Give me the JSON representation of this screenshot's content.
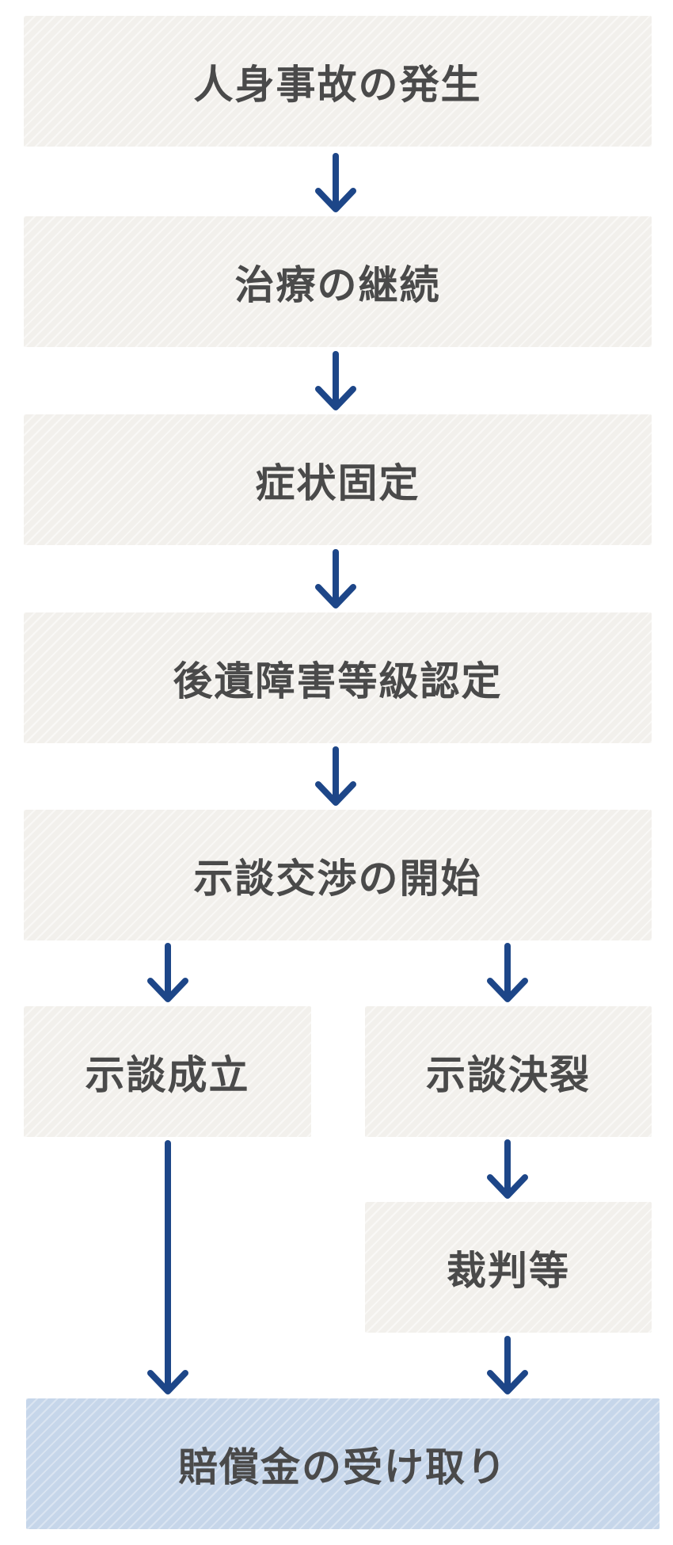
{
  "steps": {
    "accident": "人身事故の発生",
    "treatment": "治療の継続",
    "symptom_fixed": "症状固定",
    "disability_grade": "後遺障害等級認定",
    "negotiation_start": "示談交渉の開始",
    "settlement_reached": "示談成立",
    "negotiation_failed": "示談決裂",
    "trial": "裁判等",
    "compensation": "賠償金の受け取り"
  },
  "colors": {
    "arrow": "#1d4688",
    "box_bg": "#f2f0ec",
    "final_bg": "#c6d6ea",
    "text": "#4a4a4a"
  }
}
